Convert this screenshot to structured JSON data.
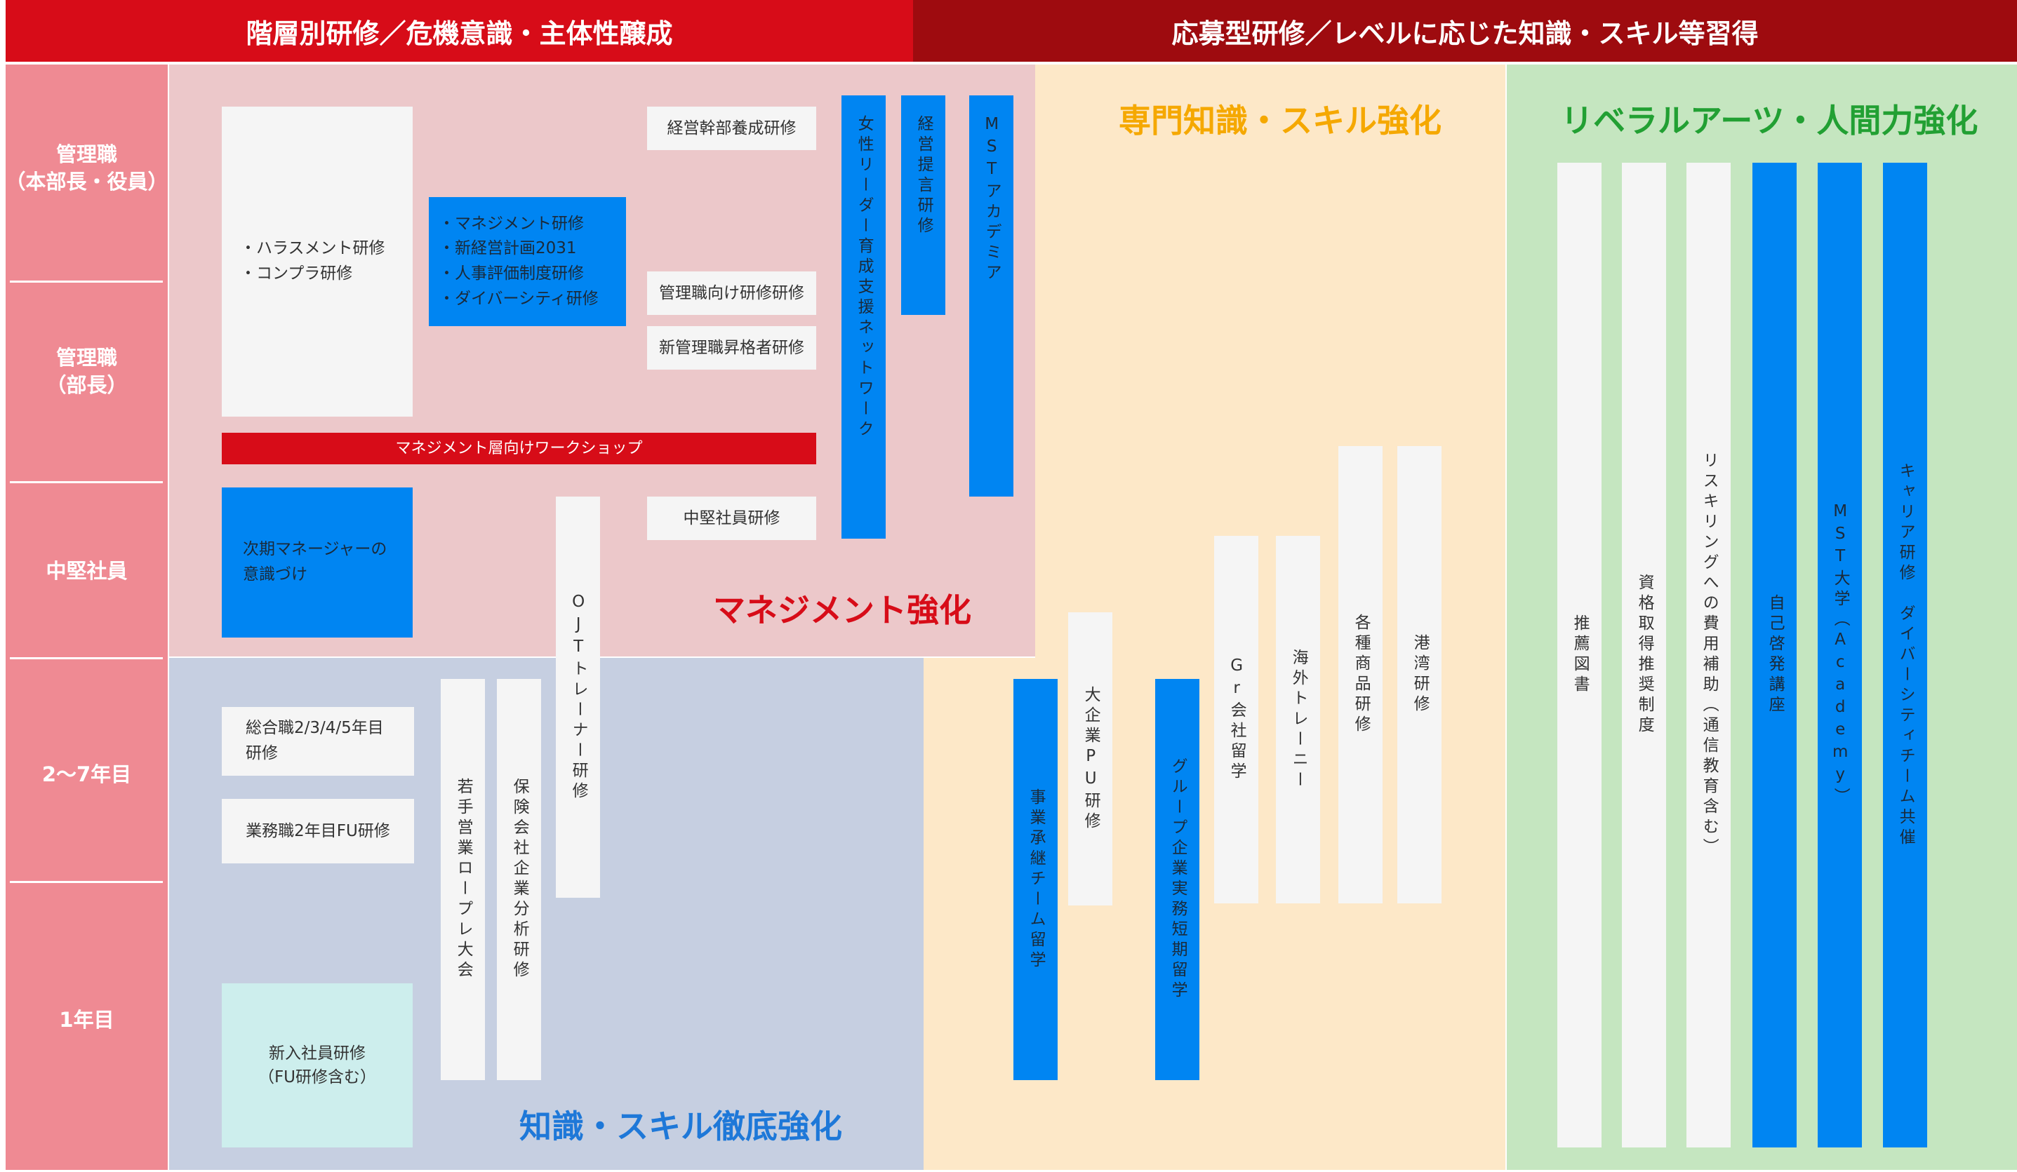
{
  "header": {
    "left": "階層別研修／危機意識・主体性醸成",
    "right": "応募型研修／レベルに応じた知識・スキル等習得"
  },
  "rows": {
    "executive": "管理職\n（本部長・役員）",
    "manager": "管理職\n（部長）",
    "mid": "中堅社員",
    "years": "2〜7年目",
    "first": "1年目"
  },
  "zones": {
    "management": "マネジメント強化",
    "knowledge": "知識・スキル徹底強化",
    "professional": "専門知識・スキル強化",
    "liberal": "リベラルアーツ・人間力強化"
  },
  "boxes": {
    "harassment": "・ハラスメント研修\n・コンプラ研修",
    "mgmt_training": "・マネジメント研修\n・新経営計画2031\n・人事評価制度研修\n・ダイバーシティ研修",
    "exec_dev": "経営幹部養成研修",
    "mgr_training": "管理職向け研修研修",
    "new_mgr": "新管理職昇格者研修",
    "workshop": "マネジメント層向けワークショップ",
    "next_mgr": "次期マネージャーの\n意識づけ",
    "mid_training": "中堅社員研修",
    "sogo": "総合職2/3/4/5年目\n研修",
    "gyomu": "業務職2年目FU研修",
    "new_hire": "新入社員研修\n（FU研修含む）",
    "women_leader": "女性リーダー育成支援ネットワーク",
    "mgmt_proposal": "経営提言研修",
    "mst_academy": "MSTアカデミア",
    "ojt": "OJTトレーナー研修",
    "young_sales": "若手営業ロープレ大会",
    "insurer": "保険会社企業分析研修",
    "succession": "事業承継チーム留学",
    "big_corp": "大企業PU研修",
    "group_short": "グループ企業実務短期留学",
    "gr_study": "Gr会社留学",
    "overseas": "海外トレーニー",
    "products": "各種商品研修",
    "hk": "港湾研修",
    "books": "推薦図書",
    "qualification": "資格取得推奨制度",
    "reskilling": "リスキリングへの費用補助（通信教育含む）",
    "self_dev": "自己啓発講座",
    "mst_univ": "MST大学（Academy）",
    "career": "キャリア研修　ダイバーシティチーム共催"
  },
  "colors": {
    "red": "#d70c18",
    "dark_red": "#9e0b0f",
    "blue_box": "#0085f2",
    "mgmt_zone": "#ecc8ca",
    "skill_zone": "#c6cfe1",
    "pro_zone": "#fde8c8",
    "lib_zone": "#c5e6c0",
    "row_col": "#ef8a93",
    "mgmt_title": "#d70c18",
    "knowledge_title": "#1e78d8",
    "pro_title": "#f5a800",
    "lib_title": "#22a033"
  }
}
